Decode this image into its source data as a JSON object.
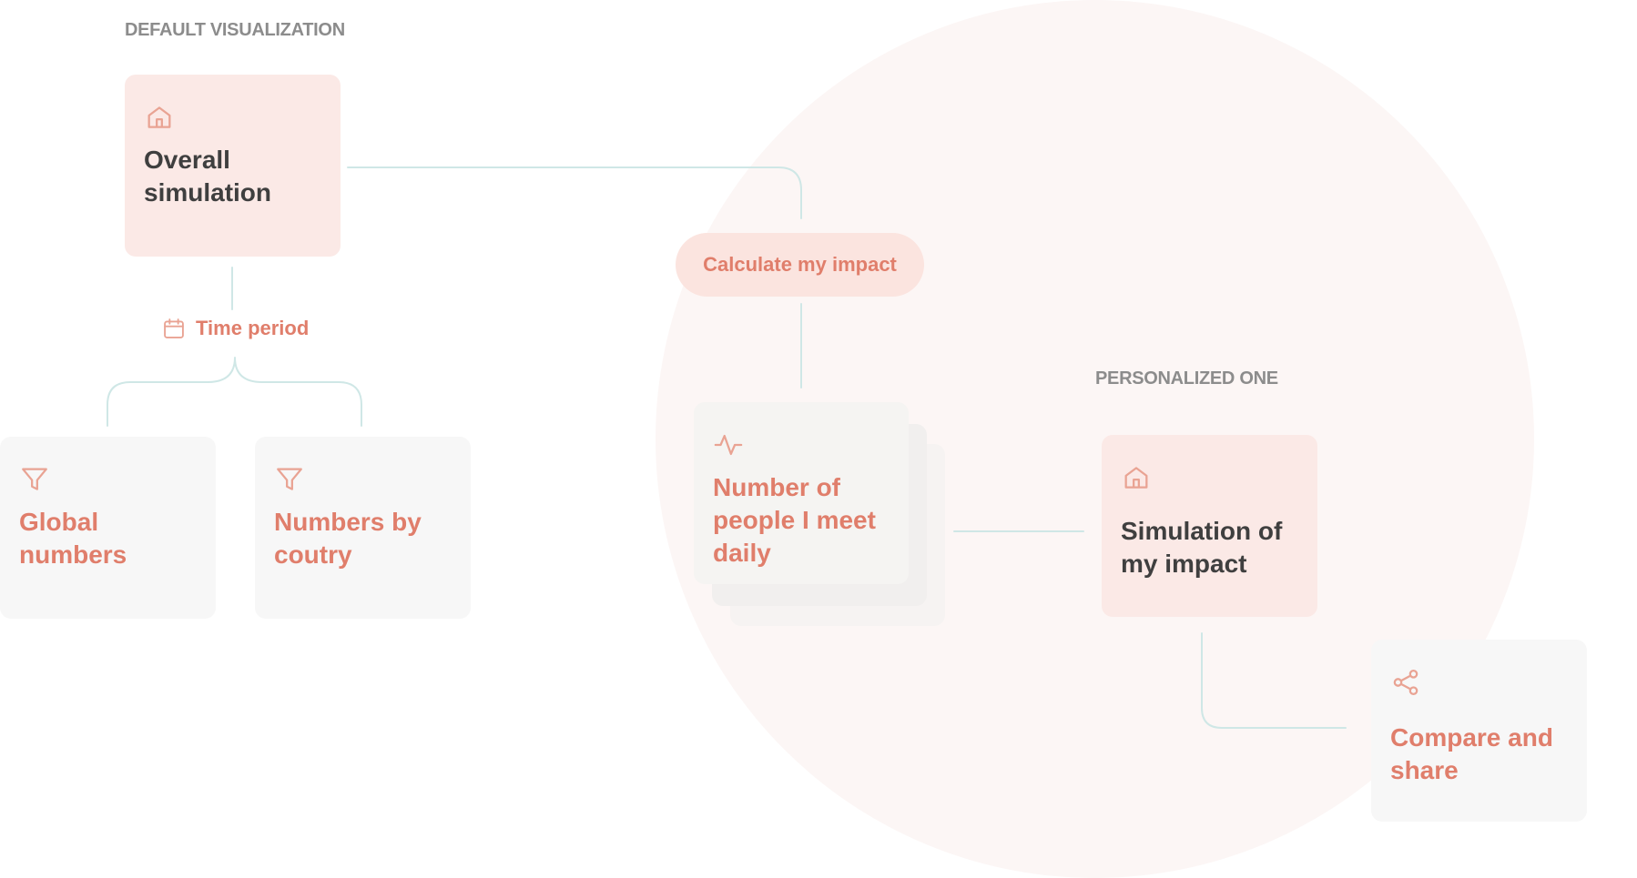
{
  "sections": {
    "default": "DEFAULT VISUALIZATION",
    "personalized": "PERSONALIZED ONE"
  },
  "nodes": {
    "overall": {
      "title": "Overall simulation",
      "icon": "home-icon"
    },
    "time_period": {
      "label": "Time period",
      "icon": "calendar-icon"
    },
    "global": {
      "title": "Global numbers",
      "icon": "filter-icon"
    },
    "by_country": {
      "title": "Numbers by coutry",
      "icon": "filter-icon"
    },
    "calculate": {
      "label": "Calculate my impact"
    },
    "people": {
      "title": "Number of people I meet daily",
      "icon": "activity-icon"
    },
    "my_impact": {
      "title": "Simulation of my impact",
      "icon": "home-icon"
    },
    "compare": {
      "title": "Compare and share",
      "icon": "share-icon"
    }
  },
  "colors": {
    "accent": "#e07e6b",
    "card_pink": "#fbe9e6",
    "card_gray": "#f7f7f7",
    "connector": "#cfe7e6",
    "circle": "#fcf6f5",
    "section_label": "#8c8c8c"
  }
}
